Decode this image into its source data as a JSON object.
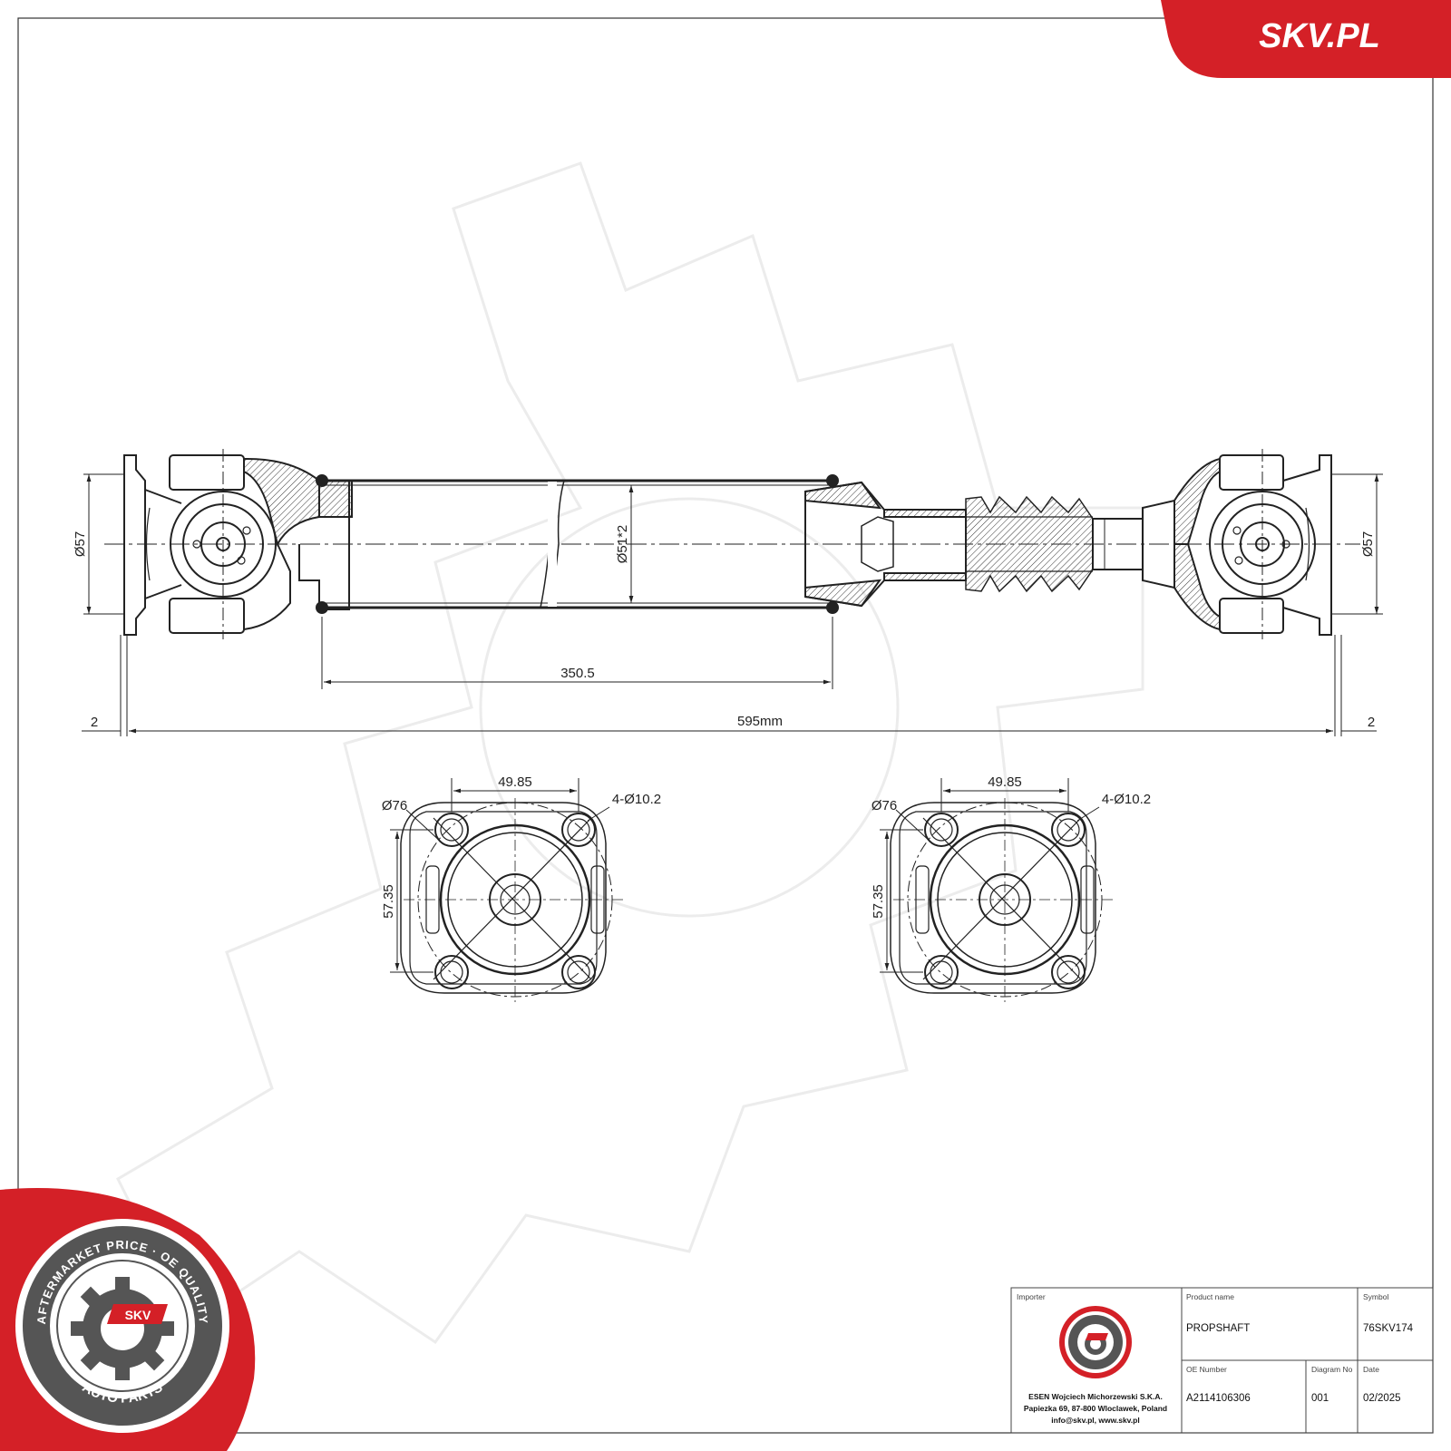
{
  "brand": {
    "banner_text": "SKV.PL",
    "accent_color": "#d42027"
  },
  "drawing": {
    "flange_diameter_left": "Ø57",
    "flange_diameter_right": "Ø57",
    "tube_diameter": "Ø51*2",
    "tube_length": "350.5",
    "overall_length": "595mm",
    "end_gap_left": "2",
    "end_gap_right": "2",
    "flange_views": [
      {
        "bolt_spacing": "49.85",
        "outer_diameter": "Ø76",
        "bolt_holes": "4-Ø10.2",
        "vertical_spacing": "57.35"
      },
      {
        "bolt_spacing": "49.85",
        "outer_diameter": "Ø76",
        "bolt_holes": "4-Ø10.2",
        "vertical_spacing": "57.35"
      }
    ]
  },
  "seal": {
    "ring_text": "AFTERMARKET PRICE · OE QUALITY",
    "bottom_text": "AUTO PARTS",
    "center_text": "SKV"
  },
  "title_block": {
    "importer_label": "Importer",
    "importer_lines": [
      "ESEN Wojciech Michorzewski S.K.A.",
      "Papiezka 69, 87-800 Wloclawek, Poland",
      "info@skv.pl, www.skv.pl"
    ],
    "product_name_label": "Product name",
    "product_name": "PROPSHAFT",
    "symbol_label": "Symbol",
    "symbol": "76SKV174",
    "oe_number_label": "OE Number",
    "oe_number": "A2114106306",
    "diagram_no_label": "Diagram No",
    "diagram_no": "001",
    "date_label": "Date",
    "date": "02/2025"
  }
}
